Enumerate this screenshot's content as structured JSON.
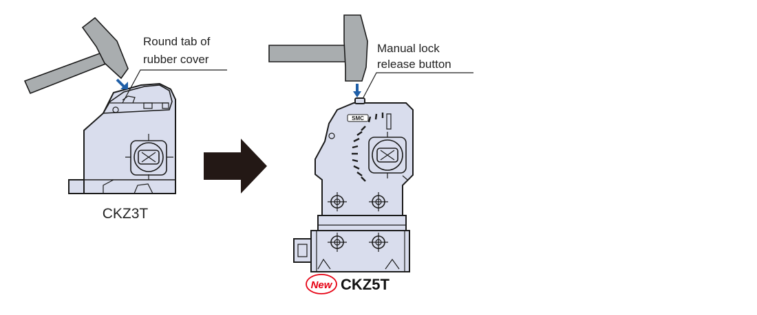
{
  "colors": {
    "body": "#d9dded",
    "hammer": "#a9adaf",
    "arrow_blue": "#1f5fa8",
    "big_arrow": "#231815",
    "new_red": "#e60012"
  },
  "left": {
    "callout": [
      "Round tab of",
      "rubber cover"
    ],
    "model": "CKZ3T"
  },
  "right": {
    "callout": [
      "Manual lock",
      "release button"
    ],
    "badge": "New",
    "model": "CKZ5T",
    "logo": "SMC"
  }
}
